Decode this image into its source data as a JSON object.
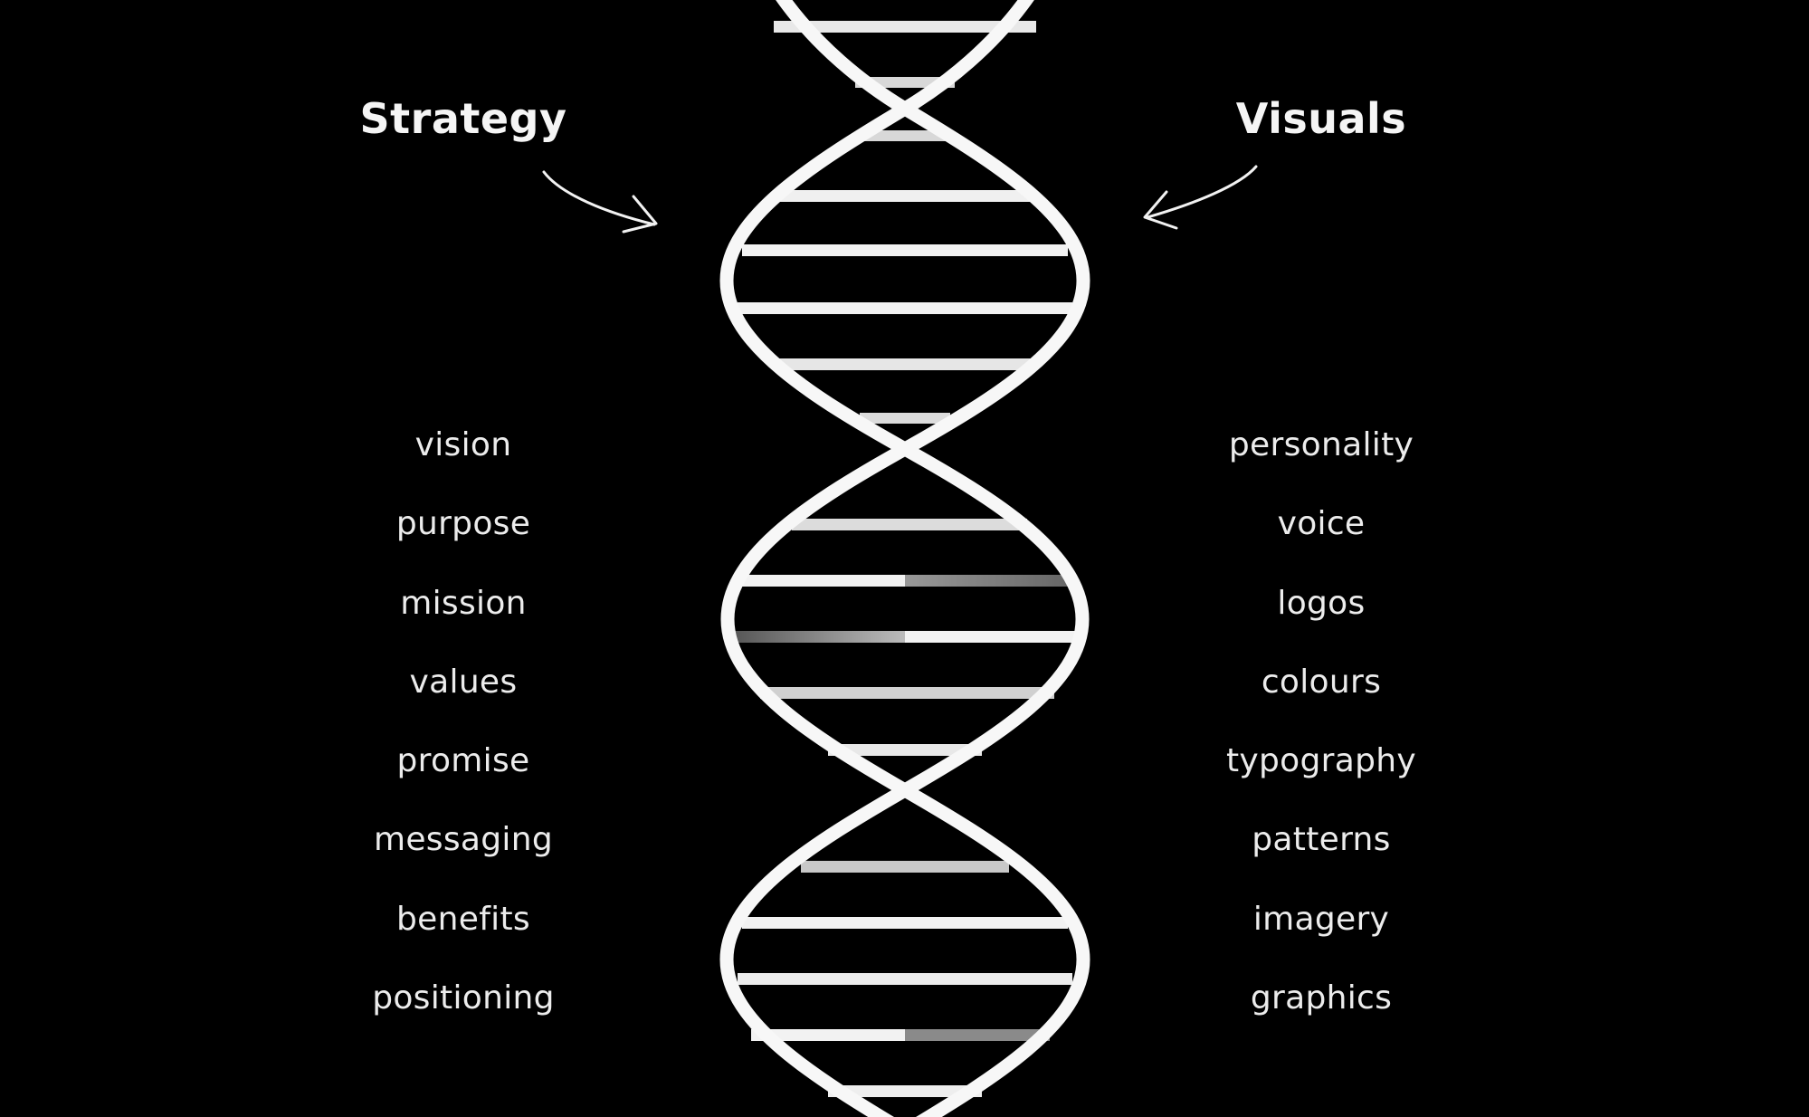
{
  "diagram": {
    "title_left": "Strategy",
    "title_right": "Visuals",
    "central_graphic": "dna-double-helix",
    "left_items": [
      "vision",
      "purpose",
      "mission",
      "values",
      "promise",
      "messaging",
      "benefits",
      "positioning"
    ],
    "right_items": [
      "personality",
      "voice",
      "logos",
      "colours",
      "typography",
      "patterns",
      "imagery",
      "graphics"
    ],
    "colors": {
      "background": "#000000",
      "foreground": "#f2f2f2"
    }
  }
}
